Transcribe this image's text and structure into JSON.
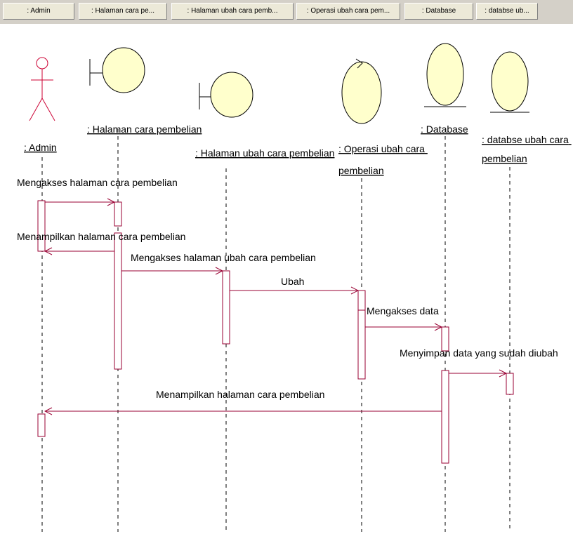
{
  "header_tabs": [
    ": Admin",
    ": Halaman cara pe...",
    ": Halaman ubah cara pemb...",
    ": Operasi ubah cara pem...",
    ": Database",
    ": databse ub..."
  ],
  "lifelines": [
    {
      "id": "admin",
      "kind": "actor",
      "label_lines": [
        ": Admin"
      ]
    },
    {
      "id": "halaman-cara-pembelian",
      "kind": "boundary",
      "label_lines": [
        ": Halaman cara pembelian"
      ]
    },
    {
      "id": "halaman-ubah-cara-pembelian",
      "kind": "boundary",
      "label_lines": [
        ": Halaman ubah cara pembelian"
      ]
    },
    {
      "id": "operasi-ubah-cara-pembelian",
      "kind": "control",
      "label_lines": [
        ": Operasi ubah cara",
        "pembelian"
      ]
    },
    {
      "id": "database",
      "kind": "entity",
      "label_lines": [
        ": Database"
      ]
    },
    {
      "id": "databse-ubah-cara-pembelian",
      "kind": "entity",
      "label_lines": [
        ": databse ubah cara",
        "pembelian"
      ]
    }
  ],
  "messages": [
    {
      "from": "admin",
      "to": "halaman-cara-pembelian",
      "label": "Mengakses halaman cara pembelian"
    },
    {
      "from": "halaman-cara-pembelian",
      "to": "admin",
      "label": "Menampilkan halaman cara pembelian"
    },
    {
      "from": "halaman-cara-pembelian",
      "to": "halaman-ubah-cara-pembelian",
      "label": "Mengakses halaman ubah cara pembelian"
    },
    {
      "from": "halaman-ubah-cara-pembelian",
      "to": "operasi-ubah-cara-pembelian",
      "label": "Ubah"
    },
    {
      "from": "operasi-ubah-cara-pembelian",
      "to": "database",
      "label": "Mengakses data"
    },
    {
      "from": "database",
      "to": "databse-ubah-cara-pembelian",
      "label": "Menyimpan data yang sudah diubah"
    },
    {
      "from": "database",
      "to": "admin",
      "label": "Menampilkan halaman cara pembelian"
    }
  ],
  "colors": {
    "message": "#990033",
    "node_fill": "#ffffcc",
    "actor_stroke": "#cc0033",
    "header_bg": "#d4d0c8"
  }
}
